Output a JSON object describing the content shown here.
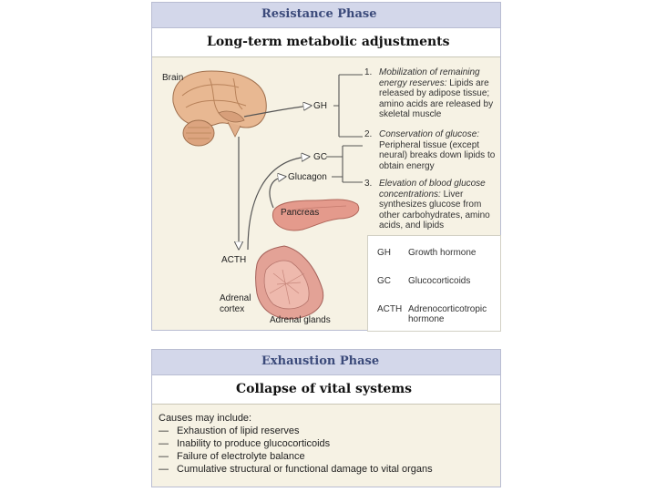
{
  "resistance": {
    "phase_title": "Resistance Phase",
    "subtitle": "Long-term metabolic adjustments",
    "labels": {
      "brain": "Brain",
      "gh": "GH",
      "gc": "GC",
      "glucagon": "Glucagon",
      "pancreas": "Pancreas",
      "acth": "ACTH",
      "adrenal_cortex_1": "Adrenal",
      "adrenal_cortex_2": "cortex",
      "adrenal_glands": "Adrenal glands"
    },
    "steps": [
      {
        "num": "1.",
        "title": "Mobilization of remaining energy reserves:",
        "text": "Lipids are released by adipose tissue; amino acids are released by skeletal muscle"
      },
      {
        "num": "2.",
        "title": "Conservation of glucose:",
        "text": "Peripheral tissue (except neural) breaks down lipids to obtain energy"
      },
      {
        "num": "3.",
        "title": "Elevation of blood glucose concentrations:",
        "text": "Liver synthesizes glucose from other carbohydrates, amino acids, and lipids"
      }
    ],
    "legend": [
      {
        "abbr": "GH",
        "def": "Growth hormone"
      },
      {
        "abbr": "GC",
        "def": "Glucocorticoids"
      },
      {
        "abbr": "ACTH",
        "def": "Adrenocorticotropic hormone"
      }
    ]
  },
  "exhaustion": {
    "phase_title": "Exhaustion Phase",
    "subtitle": "Collapse of vital systems",
    "intro": "Causes may include:",
    "dash": "—",
    "causes": [
      "Exhaustion of lipid reserves",
      "Inability to produce glucocorticoids",
      "Failure of electrolyte balance",
      "Cumulative structural or functional damage to vital organs"
    ]
  },
  "colors": {
    "phase_bar": "#d3d7ea",
    "panel_bg": "#f6f2e4",
    "brain": "#e8b892",
    "pancreas": "#e49a8c",
    "adrenal": "#e3a296"
  }
}
